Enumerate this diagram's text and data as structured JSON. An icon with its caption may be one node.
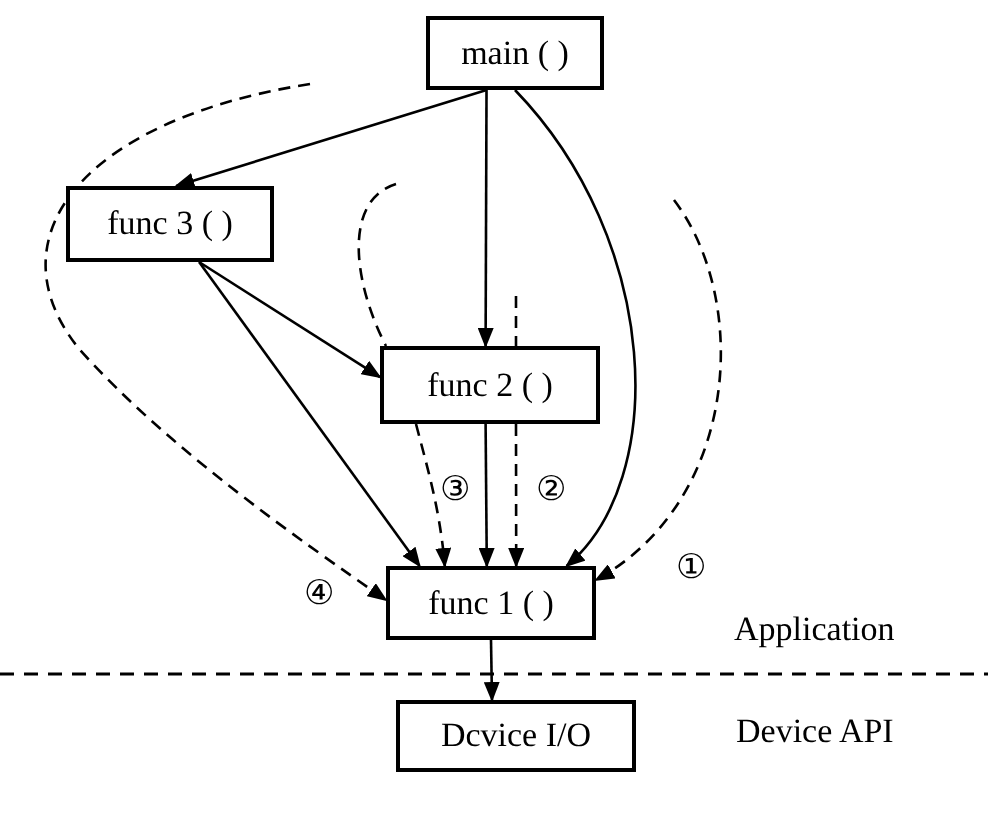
{
  "diagram": {
    "nodes": [
      {
        "text": [
          "main ( )"
        ]
      },
      {
        "text": [
          "func 3 ( )"
        ]
      },
      {
        "text": [
          "func 2 ( )"
        ]
      },
      {
        "text": [
          "func 1 ( )"
        ]
      },
      {
        "text": [
          "Dcvice I/O"
        ]
      }
    ],
    "edges": [
      {
        "from": 0,
        "to": 1,
        "arrow": "to"
      },
      {
        "from": 0,
        "to": 2,
        "arrow": "to"
      },
      {
        "from": 0,
        "to": 3,
        "arrow": "to"
      },
      {
        "from": 1,
        "to": 2,
        "arrow": "to"
      },
      {
        "from": 1,
        "to": 3,
        "arrow": "to"
      },
      {
        "from": 2,
        "to": 3,
        "arrow": "to"
      },
      {
        "from": 3,
        "to": 4,
        "arrow": "to"
      },
      {
        "from": null,
        "to": 3,
        "arrow": "to",
        "style": "dashed",
        "label": "①"
      },
      {
        "from": null,
        "to": 3,
        "arrow": "to",
        "style": "dashed",
        "label": "②"
      },
      {
        "from": null,
        "to": 3,
        "arrow": "to",
        "style": "dashed",
        "label": "③"
      },
      {
        "from": null,
        "to": 3,
        "arrow": "to",
        "style": "dashed",
        "label": "④"
      }
    ],
    "labels": [
      "Application",
      "Device API"
    ]
  }
}
